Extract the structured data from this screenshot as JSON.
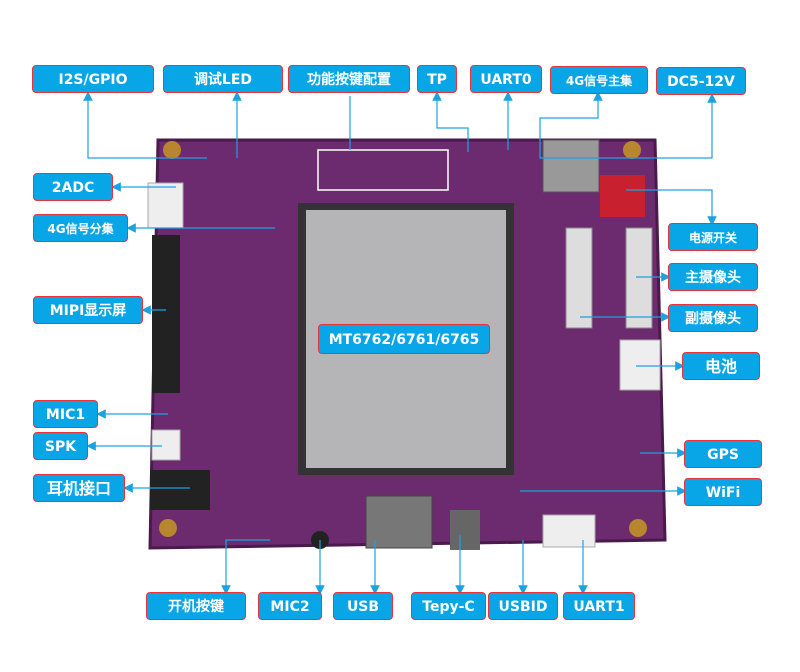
{
  "colors": {
    "label_fill": "#08a6e6",
    "label_border": "#e8333a",
    "board": "#6b2b6e",
    "pointer": "#1aa3e0"
  },
  "center_label": "MT6762/6761/6765",
  "top_labels": [
    "I2S/GPIO",
    "调试LED",
    "功能按键配置",
    "TP",
    "UART0",
    "4G信号主集",
    "DC5-12V"
  ],
  "left_labels": [
    "2ADC",
    "4G信号分集",
    "MIPI显示屏",
    "MIC1",
    "SPK",
    "耳机接口"
  ],
  "right_labels": [
    "电源开关",
    "主摄像头",
    "副摄像头",
    "电池",
    "GPS",
    "WiFi"
  ],
  "bottom_labels": [
    "开机按键",
    "MIC2",
    "USB",
    "Tepy-C",
    "USBID",
    "UART1"
  ]
}
